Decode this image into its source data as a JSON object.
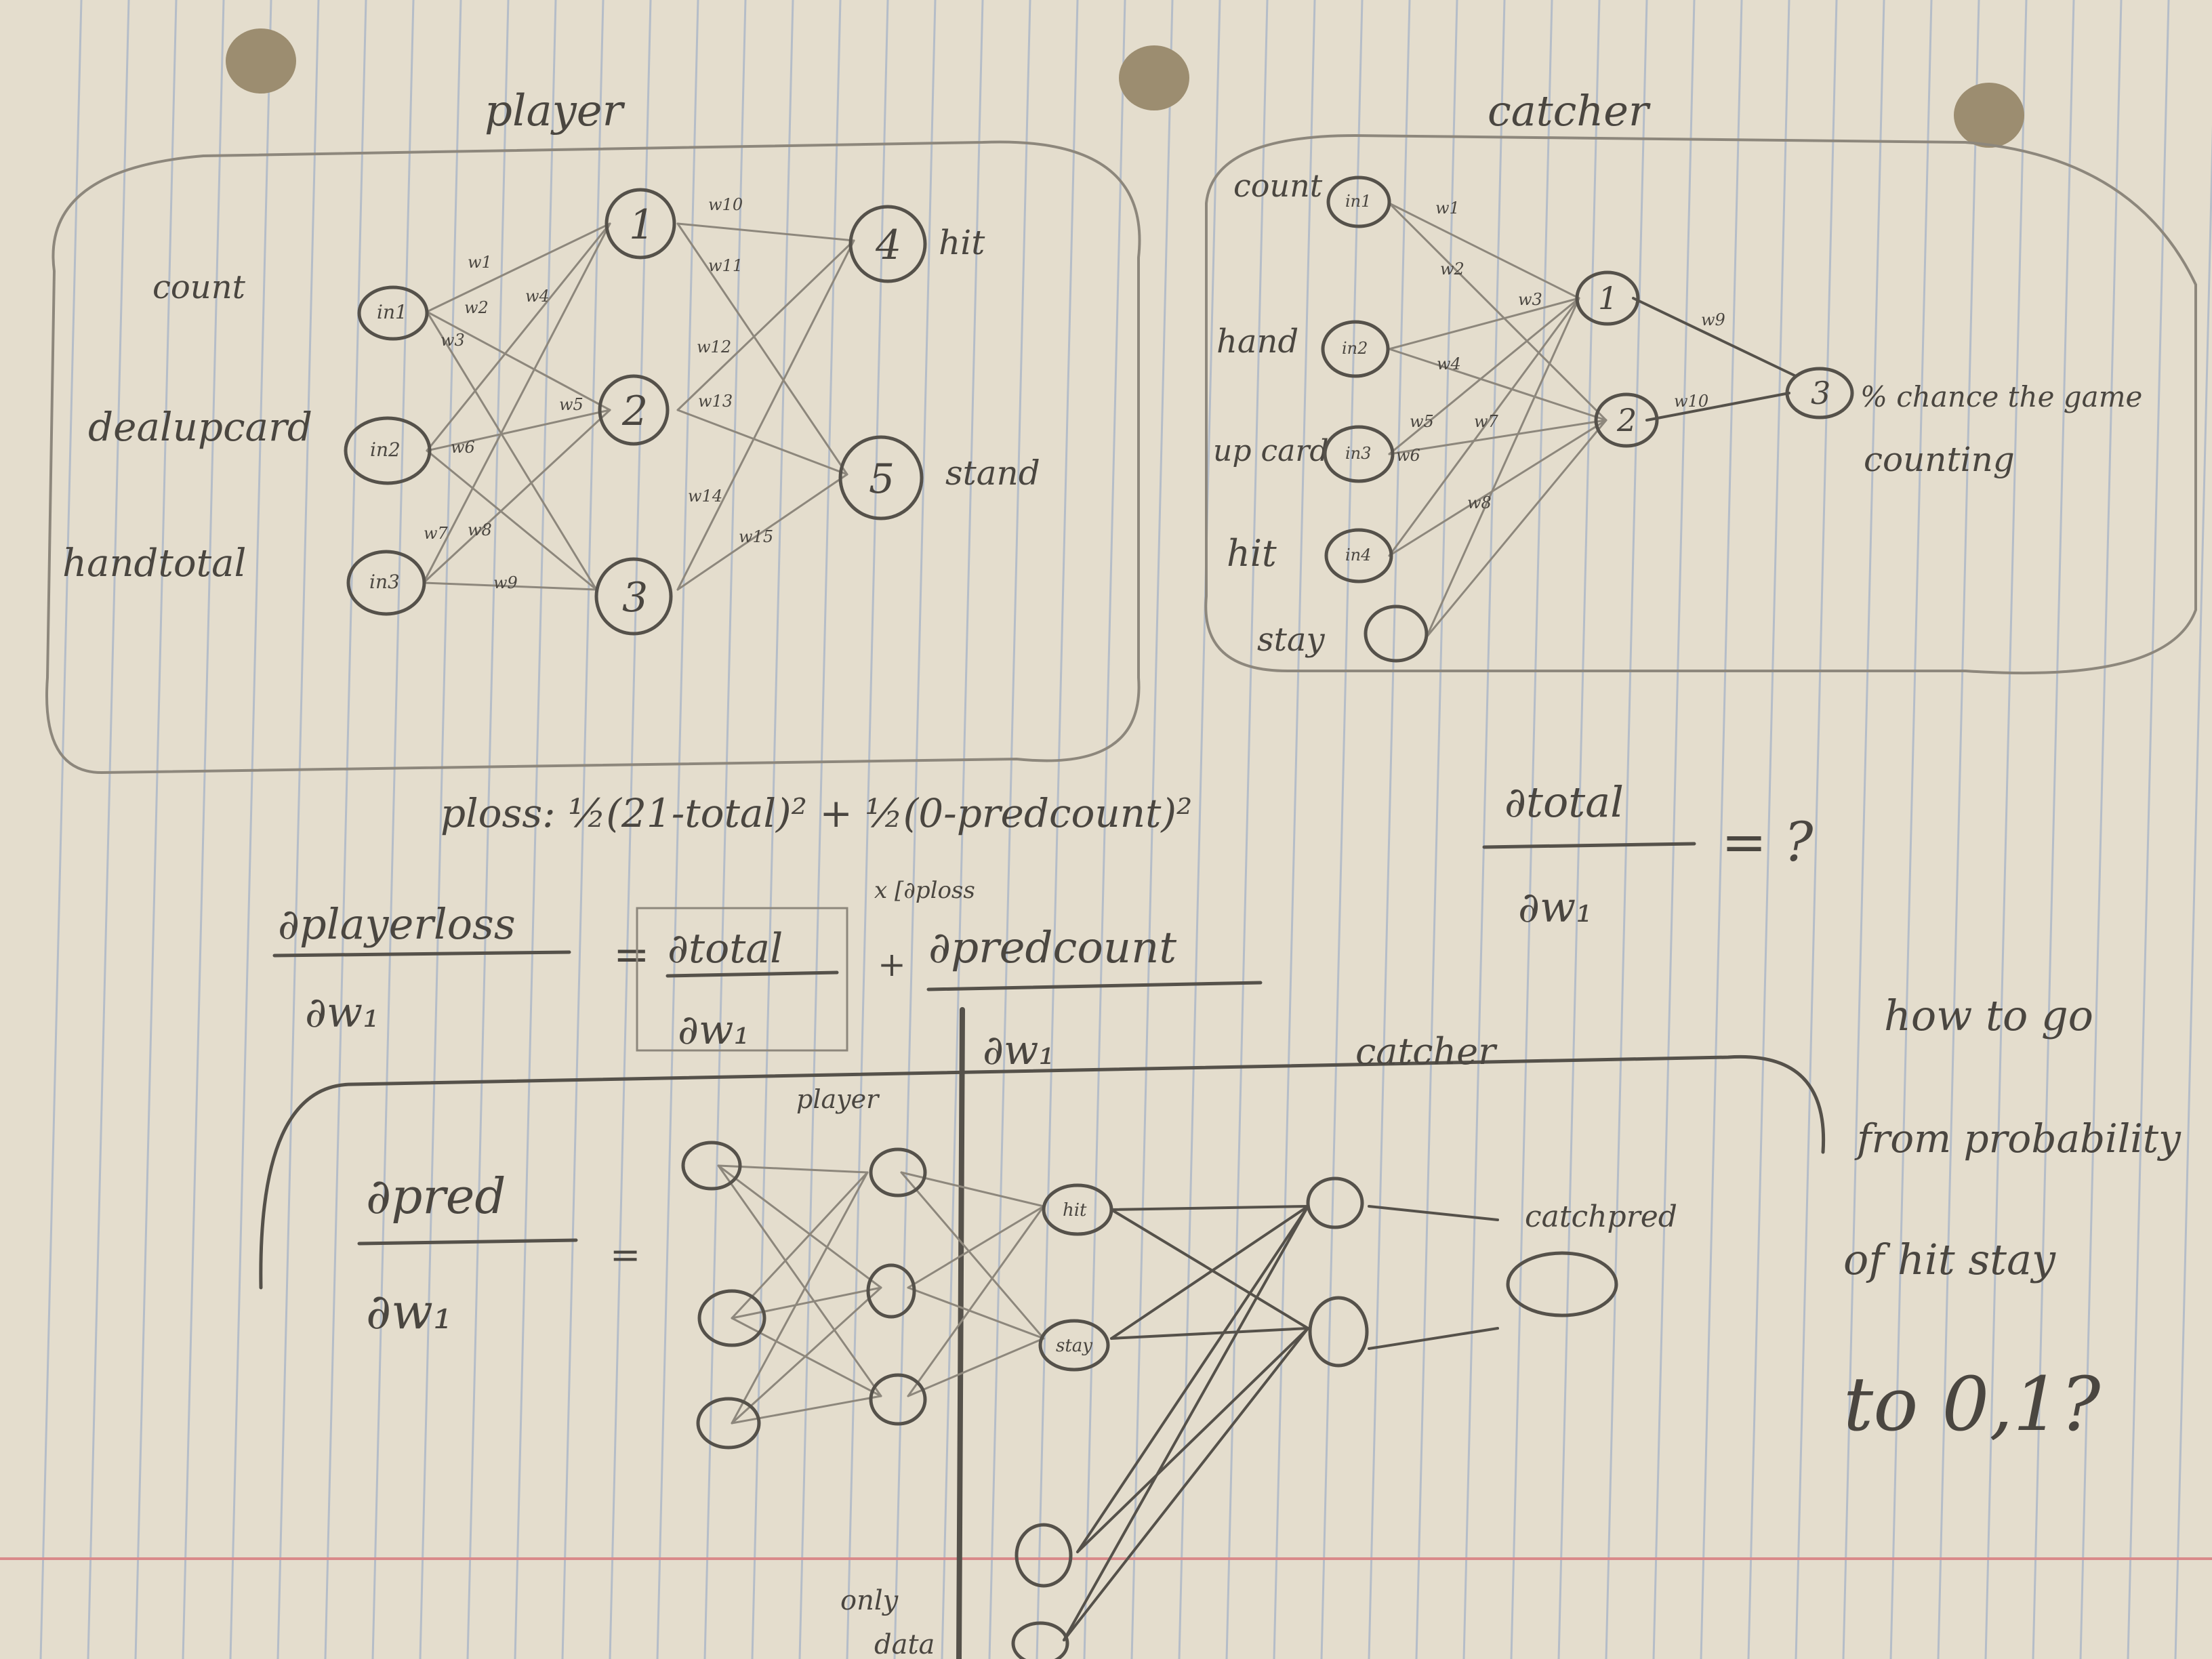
{
  "sheet": {
    "paper_color": "#e4ddcd",
    "rule_color": "#8fa3c4",
    "margin_color": "#d98a8a",
    "pencil_color": "#4a4640"
  },
  "player_net": {
    "title": "player",
    "input_labels": [
      "count",
      "dealupcard",
      "handtotal"
    ],
    "input_nodes": [
      "in1",
      "in2",
      "in3"
    ],
    "hidden_nodes": [
      "1",
      "2",
      "3"
    ],
    "output_nodes": [
      "4",
      "5"
    ],
    "output_labels": [
      "hit",
      "stand"
    ],
    "weights": [
      "w1",
      "w2",
      "w3",
      "w4",
      "w5",
      "w6",
      "w7",
      "w8",
      "w9",
      "w10",
      "w11",
      "w12",
      "w13",
      "w14",
      "w15"
    ]
  },
  "catcher_net": {
    "title": "catcher",
    "input_labels": [
      "count",
      "hand",
      "up card",
      "hit",
      "stay"
    ],
    "input_nodes": [
      "in1",
      "in2",
      "in3",
      "in4"
    ],
    "hidden_nodes": [
      "1",
      "2"
    ],
    "output_node": "3",
    "output_label": "% chance the game",
    "output_label_2": "counting",
    "weights": [
      "w1",
      "w2",
      "w3",
      "w4",
      "w5",
      "w6",
      "w7",
      "w8",
      "w9",
      "w10"
    ]
  },
  "math": {
    "ploss": "ploss: ½(21-total)² + ½(0-predcount)²",
    "dplayerloss": "∂playerloss",
    "dw1": "∂w₁",
    "eq": "=",
    "dtotal": "∂total",
    "plus": "+",
    "dpredcount": "∂predcount",
    "times_dploss": "x [∂ploss",
    "dtotal_q": "∂total",
    "dw1_q": "∂w₁",
    "eq_q": "= ?",
    "dpred": "∂pred",
    "dw1_pred": "∂w₁"
  },
  "bottom_diagram": {
    "catcher_label": "catcher",
    "player_label": "player",
    "hit_node": "hit",
    "stay_node": "stay",
    "catchpred_label": "catchpred",
    "only_label": "only",
    "data_label": "data"
  },
  "side_note": {
    "lines": [
      "how to go",
      "from probability",
      "of hit stay",
      "to 0,1?"
    ]
  }
}
